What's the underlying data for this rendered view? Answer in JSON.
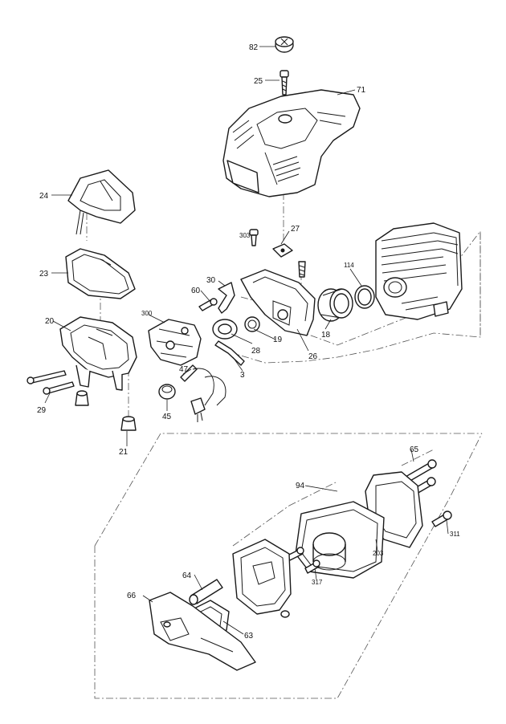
{
  "callouts": {
    "c82": "82",
    "c25": "25",
    "c71": "71",
    "c24": "24",
    "c23": "23",
    "c303": "303",
    "c27": "27",
    "c30": "30",
    "c60": "60",
    "c114": "114",
    "c300": "300",
    "c20": "20",
    "c28": "28",
    "c19": "19",
    "c18": "18",
    "c26": "26",
    "c47": "47",
    "c3": "3",
    "c29": "29",
    "c45": "45",
    "c21": "21",
    "c65": "65",
    "c94": "94",
    "c311": "311",
    "c203": "203",
    "c317": "317",
    "c64": "64",
    "c66": "66",
    "c63": "63"
  },
  "colors": {
    "line": "#1a1a1a",
    "background": "#ffffff"
  }
}
